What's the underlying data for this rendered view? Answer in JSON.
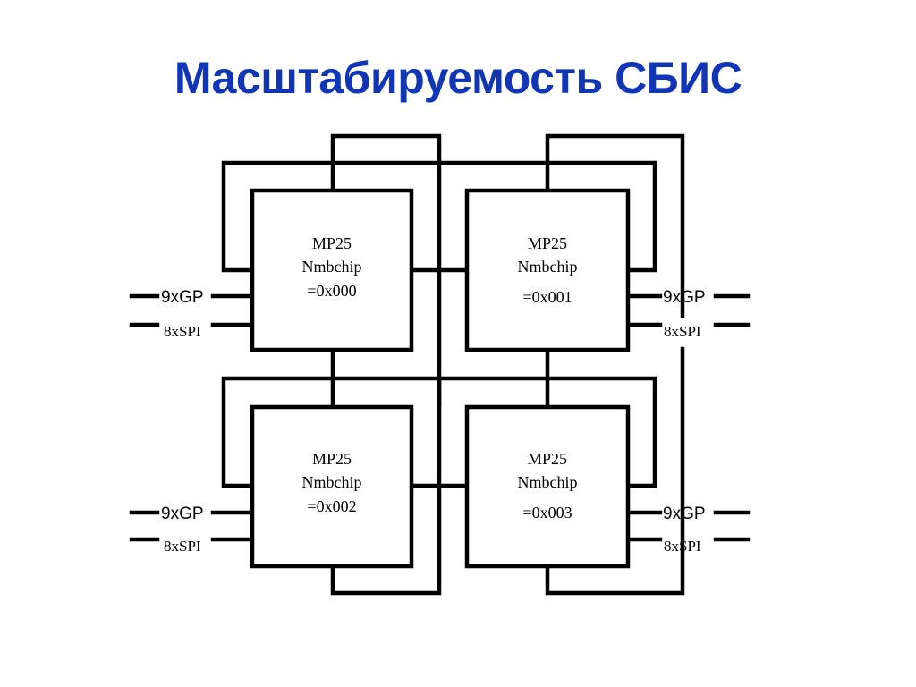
{
  "slide": {
    "title": "Масштабируемость СБИС",
    "title_color": "#1035b5",
    "line_color": "#000000"
  },
  "chips": [
    {
      "name": "MP25",
      "label": "Nmbchip",
      "address": "=0x000"
    },
    {
      "name": "MP25",
      "label": "Nmbchip",
      "address": "=0x001"
    },
    {
      "name": "MP25",
      "label": "Nmbchip",
      "address": "=0x002"
    },
    {
      "name": "MP25",
      "label": "Nmbchip",
      "address": "=0x003"
    }
  ],
  "ports": {
    "gp_label": "9xGP",
    "spi_label": "8xSPI"
  }
}
